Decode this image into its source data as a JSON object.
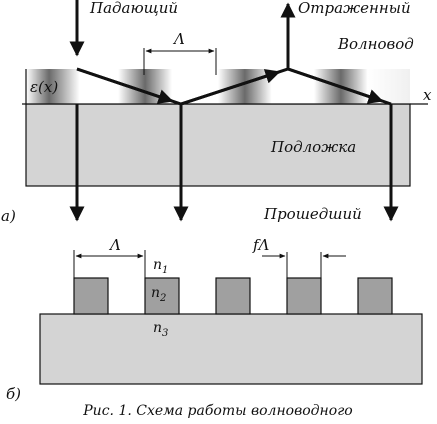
{
  "part_a": {
    "incident_label": "Падающий",
    "reflected_label": "Отраженный",
    "waveguide_label": "Волновод",
    "substrate_label": "Подложка",
    "transmitted_label": "Прошедший",
    "epsilon_label": "ε(x)",
    "period_label": "Λ",
    "x_axis_label": "x",
    "panel_letter": "а)"
  },
  "part_b": {
    "period_label": "Λ",
    "fill_factor_label": "fΛ",
    "n1_label": "n",
    "n1_sub": "1",
    "n2_label": "n",
    "n2_sub": "2",
    "n3_label": "n",
    "n3_sub": "3",
    "panel_letter": "б)"
  },
  "caption": "Рис. 1. Схема работы волноводного",
  "colors": {
    "substrate_fill": "#d4d4d4",
    "ridge_fill": "#a0a0a0",
    "line": "#111111"
  }
}
